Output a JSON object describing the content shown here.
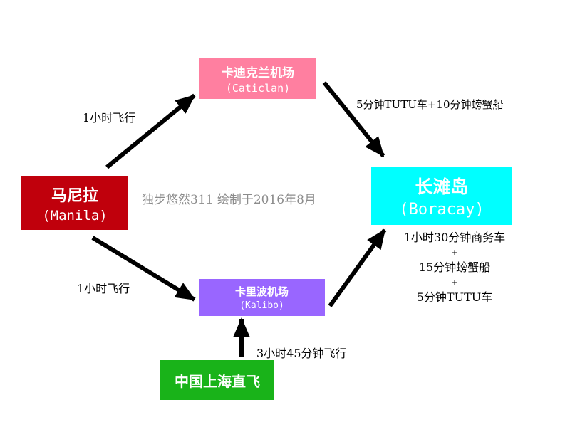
{
  "nodes": {
    "caticlan": {
      "zh": "卡迪克兰机场",
      "en": "(Caticlan)",
      "color": "#ff7fa0"
    },
    "manila": {
      "zh": "马尼拉",
      "en": "(Manila)",
      "color": "#c0000c"
    },
    "boracay": {
      "zh": "长滩岛",
      "en": "(Boracay)",
      "color": "#00ffff"
    },
    "kalibo": {
      "zh": "卡里波机场",
      "en": "(Kalibo)",
      "color": "#9966ff"
    },
    "china": {
      "zh": "中国上海直飞",
      "color": "#19b319"
    }
  },
  "edges": {
    "manila_to_caticlan": "1小时飞行",
    "manila_to_kalibo": "1小时飞行",
    "caticlan_to_boracay": "5分钟TUTU车+10分钟螃蟹船",
    "china_to_kalibo": "3小时45分钟飞行",
    "kalibo_to_boracay": {
      "line1": "1小时30分钟商务车",
      "plus1": "+",
      "line2": "15分钟螃蟹船",
      "plus2": "+",
      "line3": "5分钟TUTU车"
    }
  },
  "watermark": "独步悠然311 绘制于2016年8月"
}
